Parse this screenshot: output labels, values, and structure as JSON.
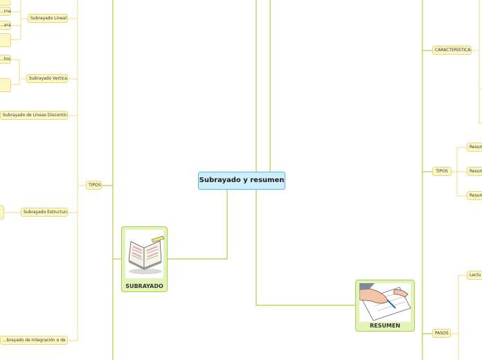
{
  "diagram": {
    "root": {
      "label": "Subrayado y resumen"
    },
    "subrayado": {
      "label": "SUBRAYADO",
      "image_icon": "open-book-icon",
      "tipos": {
        "label": "TIPOS",
        "items": [
          {
            "label": "Subrayado Lineal",
            "children": [
              "...rnas",
              "...aras"
            ]
          },
          {
            "label": "Subrayado Vertical",
            "children": [
              "...tos"
            ]
          },
          {
            "label": "Subrayado de Líneas Discontinuas"
          },
          {
            "label": "Subrayado Estructural"
          },
          {
            "label": "...brayado de Integración o de Realce"
          }
        ]
      }
    },
    "resumen": {
      "label": "RESUMEN",
      "image_icon": "writing-hand-icon",
      "caracteristicas": {
        "label": "CARACTERÍSTICAS"
      },
      "tipos": {
        "label": "TIPOS",
        "items": [
          "Resum",
          "Resum",
          "Resum"
        ]
      },
      "pasos": {
        "label": "PASOS",
        "items": [
          "Lectu"
        ]
      }
    }
  },
  "colors": {
    "branch_line": "#bcc64a",
    "leaf_line": "#e9dd85",
    "pill_fill": "#fdf7c6",
    "root_fill": "#cfeefb",
    "root_border": "#58b4e4",
    "card_fill": "#e3f4b8",
    "card_border": "#a6d04e"
  }
}
